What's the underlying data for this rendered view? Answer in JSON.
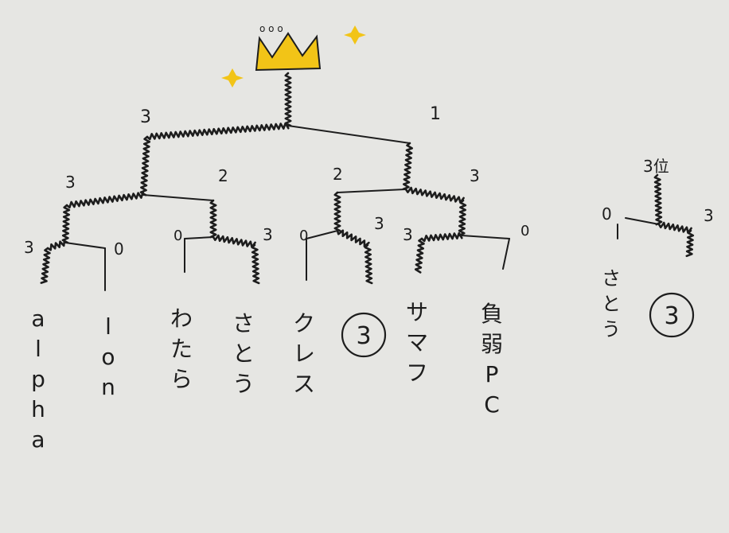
{
  "bracket": {
    "first_round": [
      {
        "left_score": "3",
        "right_score": "0"
      },
      {
        "left_score": "0",
        "right_score": "3"
      },
      {
        "left_score": "0",
        "right_score": "3"
      },
      {
        "left_score": "3",
        "right_score": "0"
      }
    ],
    "semifinal": [
      {
        "left_score": "3",
        "right_score": "2"
      },
      {
        "left_score": "2",
        "right_score": "3"
      }
    ],
    "final": {
      "left_score": "3",
      "right_score": "1"
    },
    "crown_dots": "o o o",
    "entrants": [
      {
        "name": "alpha"
      },
      {
        "name": "lon"
      },
      {
        "name": "わたら"
      },
      {
        "name": "さとう"
      },
      {
        "name": "クレス"
      },
      {
        "name": "③",
        "circled": "3"
      },
      {
        "name": "サマフ"
      },
      {
        "name": "負弱PC"
      }
    ]
  },
  "third_place": {
    "title": "3位",
    "left_score": "0",
    "right_score": "3",
    "entrants": [
      {
        "name": "さとう"
      },
      {
        "name": "③",
        "circled": "3"
      }
    ]
  },
  "colors": {
    "paper": "#e6e6e3",
    "ink": "#1d1d1d",
    "crown": "#f2c417"
  }
}
